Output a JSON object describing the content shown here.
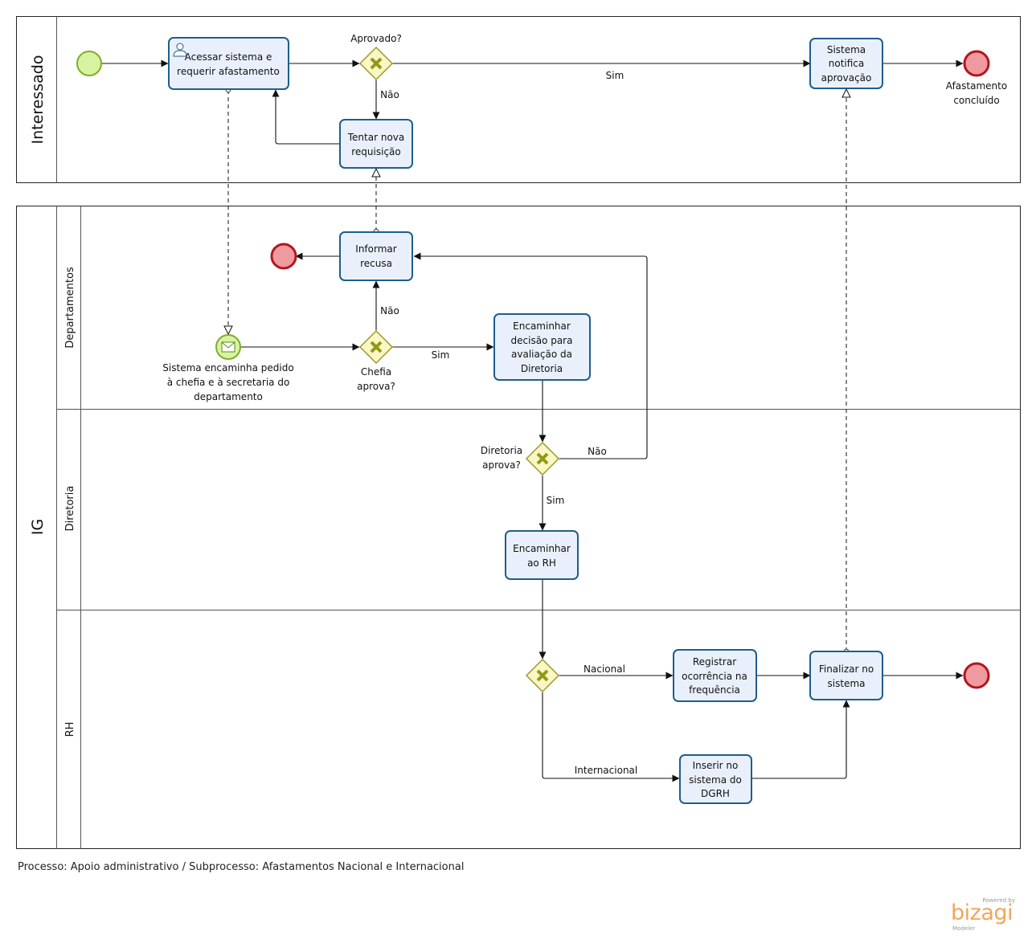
{
  "pools": {
    "interessado": "Interessado",
    "ig": "IG"
  },
  "lanes": {
    "departamentos": "Departamentos",
    "diretoria": "Diretoria",
    "rh": "RH"
  },
  "tasks": {
    "acessar": [
      "Acessar sistema e",
      "requerir afastamento"
    ],
    "tentar": [
      "Tentar nova",
      "requisição"
    ],
    "notifica": [
      "Sistema",
      "notifica",
      "aprovação"
    ],
    "informar": [
      "Informar",
      "recusa"
    ],
    "encaminhar_dir": [
      "Encaminhar",
      "decisão para",
      "avaliação da",
      "Diretoria"
    ],
    "encaminhar_rh": [
      "Encaminhar",
      "ao RH"
    ],
    "registrar": [
      "Registrar",
      "ocorrência na",
      "frequência"
    ],
    "finalizar": [
      "Finalizar no",
      "sistema"
    ],
    "inserir": [
      "Inserir no",
      "sistema do",
      "DGRH"
    ]
  },
  "gateways": {
    "aprovado": [
      "Aprovado?"
    ],
    "chefia": [
      "Chefia",
      "aprova?"
    ],
    "diretoria": [
      "Diretoria",
      "aprova?"
    ]
  },
  "events": {
    "message_start": [
      "Sistema encaminha pedido",
      "à chefia e à secretaria do",
      "departamento"
    ],
    "end_concluido": [
      "Afastamento",
      "concluído"
    ]
  },
  "flow_labels": {
    "sim_top": "Sim",
    "nao_top": "Não",
    "nao_chefia": "Não",
    "sim_chefia": "Sim",
    "nao_diretoria": "Não",
    "sim_diretoria": "Sim",
    "nacional": "Nacional",
    "internacional": "Internacional"
  },
  "footer": "Processo: Apoio administrativo / Subprocesso: Afastamentos Nacional e Internacional",
  "logo": {
    "powered": "Powered by",
    "brand": "bizagi",
    "product": "Modeler"
  },
  "colors": {
    "task_fill": "#eaf0fb",
    "task_stroke": "#1e5e8c",
    "gateway_fill": "#fbf6c5",
    "start_fill": "#d8f3a0",
    "end_fill": "#ef9a9f",
    "brand": "#f2a65a"
  }
}
